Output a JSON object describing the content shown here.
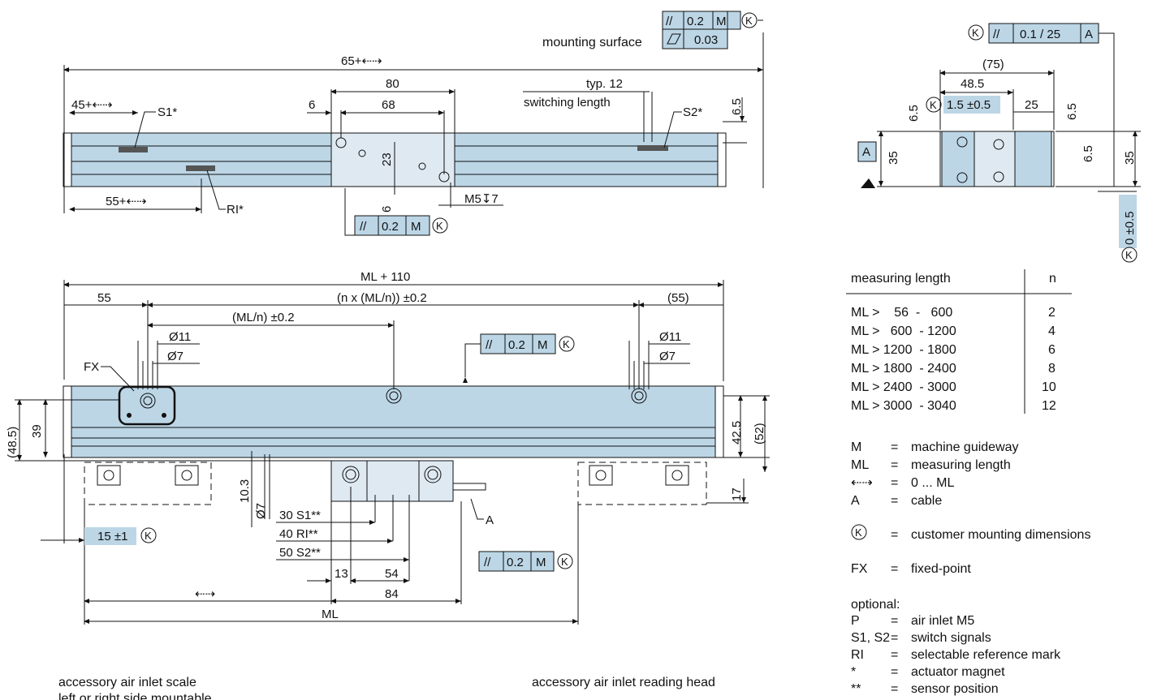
{
  "top_view": {
    "dim_65": "65+⇠⇢",
    "dim_80": "80",
    "dim_68": "68",
    "dim_6": "6",
    "dim_45": "45+⇠⇢",
    "dim_55": "55+⇠⇢",
    "dim_23": "23",
    "dim_6b": "6",
    "dim_m5": "M5↧7",
    "label_s1": "S1*",
    "label_s2": "S2*",
    "label_ri": "RI*",
    "typ12": "typ. 12",
    "switching_length": "switching length",
    "dim_65r": "6.5",
    "mounting_surface": "mounting surface",
    "tol_top_1": "0.2",
    "tol_top_M": "M",
    "tol_top_2": "0.03",
    "tol_under": "0.2",
    "tol_under_M": "M"
  },
  "side_view": {
    "k_val": "0.1 / 25",
    "k_ref": "A",
    "dim_75": "(75)",
    "dim_485": "48.5",
    "dim_65": "6.5",
    "dim_15": "1.5 ±0.5",
    "dim_25": "25",
    "dim_65b": "6.5",
    "dim_35": "35",
    "dim_35r": "35",
    "dim_65c": "6.5",
    "datum": "A",
    "dim_0": "0 ±0.5"
  },
  "front_view": {
    "ml110": "ML + 110",
    "dim_55": "55",
    "dim_55r": "(55)",
    "nxml": "(n x (ML/n)) ±0.2",
    "mln": "(ML/n) ±0.2",
    "d11": "Ø11",
    "d7": "Ø7",
    "d11r": "Ø11",
    "d7r": "Ø7",
    "fx": "FX",
    "tol_v": "0.2",
    "tol_M": "M",
    "d485": "(48.5)",
    "d39": "39",
    "d425": "42.5",
    "d52": "(52)",
    "d17": "17",
    "d103": "10.3",
    "d7b": "Ø7",
    "s1": "30 S1**",
    "ri": "40 RI**",
    "s2": "50 S2**",
    "label_a": "A",
    "tol_b": "0.2",
    "tol_bM": "M",
    "d13": "13",
    "d54": "54",
    "d84": "84",
    "d15": "15 ±1",
    "arrow_ml": "⇠⇢",
    "ml": "ML"
  },
  "table": {
    "header_left": "measuring length",
    "header_right": "n",
    "rows": [
      {
        "range": "ML >    56  -   600",
        "n": "2"
      },
      {
        "range": "ML >   600  - 1200",
        "n": "4"
      },
      {
        "range": "ML > 1200  - 1800",
        "n": "6"
      },
      {
        "range": "ML > 1800  - 2400",
        "n": "8"
      },
      {
        "range": "ML > 2400  - 3000",
        "n": "10"
      },
      {
        "range": "ML > 3000  - 3040",
        "n": "12"
      }
    ]
  },
  "legend": {
    "items": [
      {
        "key": "M",
        "eq": "=",
        "val": "machine guideway"
      },
      {
        "key": "ML",
        "eq": "=",
        "val": "measuring length"
      },
      {
        "key": "⇠⇢",
        "eq": "=",
        "val": "0 ... ML"
      },
      {
        "key": "A",
        "eq": "=",
        "val": "cable"
      }
    ],
    "k_item": "customer mounting dimensions",
    "fx_key": "FX",
    "fx_val": "fixed-point",
    "optional": "optional:",
    "opt_items": [
      {
        "key": "P",
        "eq": "=",
        "val": "air inlet M5"
      },
      {
        "key": "S1, S2",
        "eq": "=",
        "val": "switch signals"
      },
      {
        "key": "RI",
        "eq": "=",
        "val": "selectable reference mark"
      },
      {
        "key": "*",
        "eq": "=",
        "val": "actuator magnet"
      },
      {
        "key": "**",
        "eq": "=",
        "val": "sensor position"
      }
    ]
  },
  "footer": {
    "scale_1": "accessory air inlet scale",
    "scale_2": "left or right side mountable",
    "head": "accessory air inlet reading head"
  }
}
